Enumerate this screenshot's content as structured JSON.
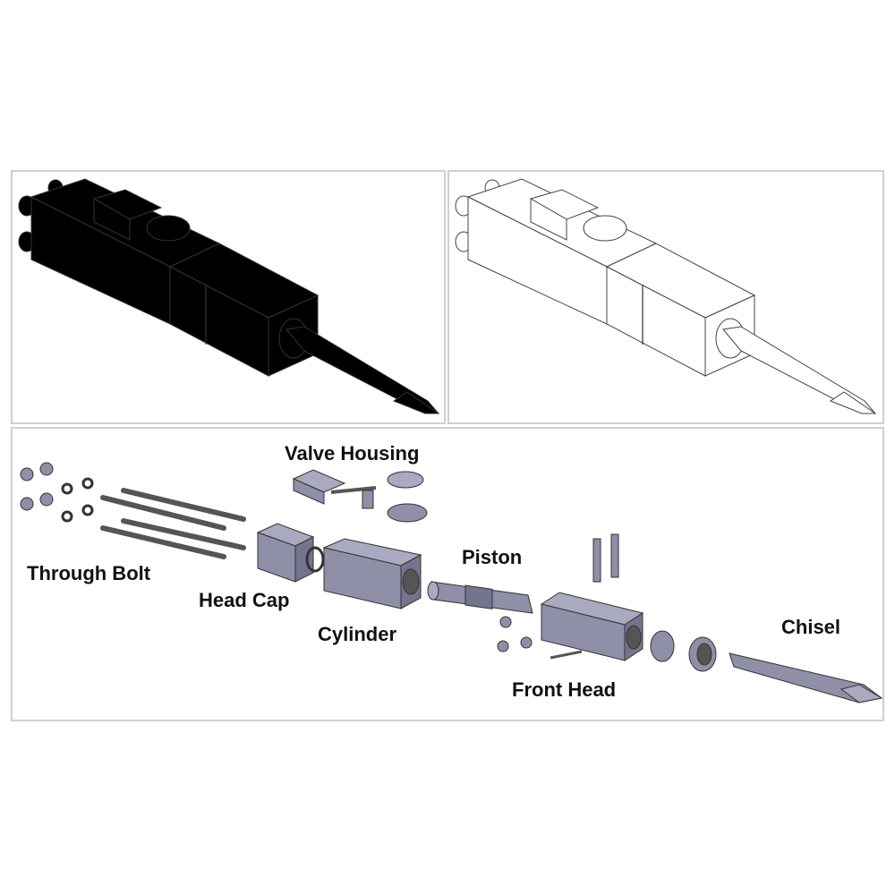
{
  "figure": {
    "panels": [
      {
        "view": "assembled-solid"
      },
      {
        "view": "assembled-transparent"
      },
      {
        "view": "exploded"
      }
    ],
    "labels": {
      "valve_housing": "Valve Housing",
      "through_bolt": "Through Bolt",
      "head_cap": "Head Cap",
      "cylinder": "Cylinder",
      "piston": "Piston",
      "front_head": "Front Head",
      "chisel": "Chisel"
    },
    "colors": {
      "part": "#8f8fa8",
      "part_light": "#a9a9c0",
      "part_dark": "#74748e",
      "border": "#cfcfcf"
    }
  }
}
